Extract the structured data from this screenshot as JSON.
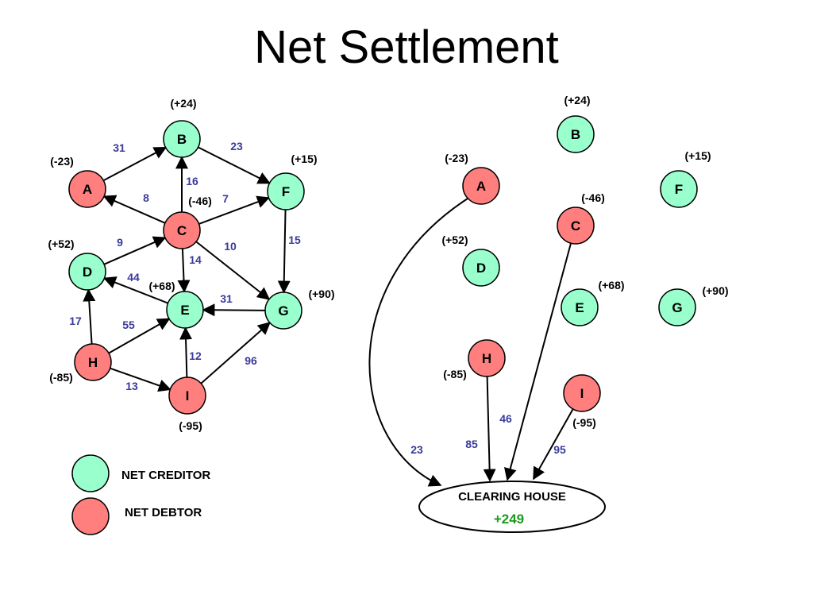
{
  "title": "Net Settlement",
  "colors": {
    "creditor": "#99ffcc",
    "debtor": "#ff7f7f",
    "edge": "#000000",
    "amount": "#3a3a9a",
    "total": "#1a9a1a"
  },
  "nodes": {
    "A": {
      "label": "A",
      "balance": "(-23)",
      "type": "debtor"
    },
    "B": {
      "label": "B",
      "balance": "(+24)",
      "type": "creditor"
    },
    "C": {
      "label": "C",
      "balance": "(-46)",
      "type": "debtor"
    },
    "D": {
      "label": "D",
      "balance": "(+52)",
      "type": "creditor"
    },
    "E": {
      "label": "E",
      "balance": "(+68)",
      "type": "creditor"
    },
    "F": {
      "label": "F",
      "balance": "(+15)",
      "type": "creditor"
    },
    "G": {
      "label": "G",
      "balance": "(+90)",
      "type": "creditor"
    },
    "H": {
      "label": "H",
      "balance": "(-85)",
      "type": "debtor"
    },
    "I": {
      "label": "I",
      "balance": "(-95)",
      "type": "debtor"
    }
  },
  "gross_edges": [
    {
      "from": "A",
      "to": "B",
      "amount": "31"
    },
    {
      "from": "B",
      "to": "F",
      "amount": "23"
    },
    {
      "from": "C",
      "to": "B",
      "amount": "16"
    },
    {
      "from": "C",
      "to": "A",
      "amount": "8"
    },
    {
      "from": "C",
      "to": "F",
      "amount": "7"
    },
    {
      "from": "D",
      "to": "C",
      "amount": "9"
    },
    {
      "from": "C",
      "to": "E",
      "amount": "14"
    },
    {
      "from": "C",
      "to": "G",
      "amount": "10"
    },
    {
      "from": "F",
      "to": "G",
      "amount": "15"
    },
    {
      "from": "E",
      "to": "D",
      "amount": "44"
    },
    {
      "from": "G",
      "to": "E",
      "amount": "31"
    },
    {
      "from": "H",
      "to": "D",
      "amount": "17"
    },
    {
      "from": "H",
      "to": "E",
      "amount": "55"
    },
    {
      "from": "H",
      "to": "I",
      "amount": "13"
    },
    {
      "from": "I",
      "to": "E",
      "amount": "12"
    },
    {
      "from": "I",
      "to": "G",
      "amount": "96"
    }
  ],
  "net_edges": [
    {
      "from": "A",
      "amount": "23"
    },
    {
      "from": "H",
      "amount": "85"
    },
    {
      "from": "C",
      "amount": "46"
    },
    {
      "from": "I",
      "amount": "95"
    }
  ],
  "clearing_house": {
    "label": "CLEARING HOUSE",
    "total": "+249"
  },
  "legend": {
    "creditor": "NET CREDITOR",
    "debtor": "NET DEBTOR"
  }
}
